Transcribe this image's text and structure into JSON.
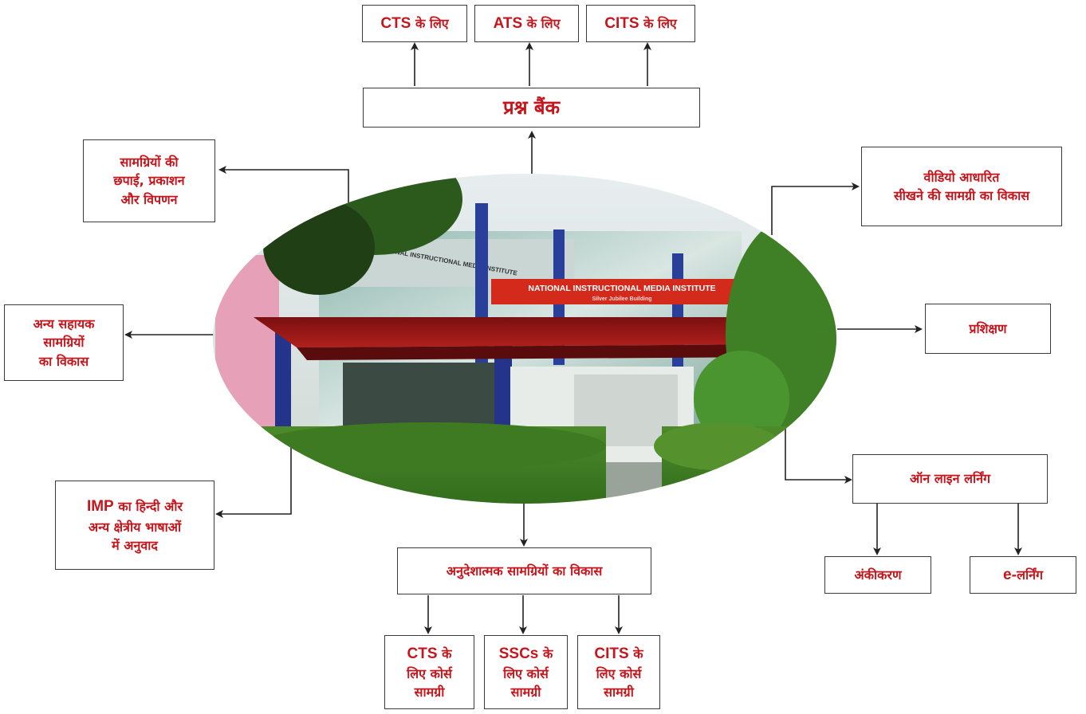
{
  "colors": {
    "text": "#c4161c",
    "border": "#3a3a3a",
    "arrow": "#222222"
  },
  "photo": {
    "sign_title": "NATIONAL INSTRUCTIONAL MEDIA INSTITUTE",
    "sign_subtitle": "Silver Jubilee Building",
    "facade_text": "NATIONAL INSTRUCTIONAL MEDIA INSTITUTE"
  },
  "top_boxes": {
    "cts": {
      "code": "CTS",
      "suffix": "के लिए"
    },
    "ats": {
      "code": "ATS",
      "suffix": "के लिए"
    },
    "cits": {
      "code": "CITS",
      "suffix": "के लिए"
    }
  },
  "question_bank": "प्रश्न बैंक",
  "printing": [
    "सामग्रियों की",
    "छपाई, प्रकाशन",
    "और विपणन"
  ],
  "video": [
    "वीडियो आधारित",
    "सीखने की सामग्री का विकास"
  ],
  "other_aids": [
    "अन्य सहायक",
    "सामग्रियों",
    "का विकास"
  ],
  "training": "प्रशिक्षण",
  "translation": {
    "code": "IMP",
    "line1_rest": "का हिन्दी और",
    "line2": "अन्य क्षेत्रीय भाषाओं",
    "line3": "में अनुवाद"
  },
  "online_learning": "ऑन लाइन लर्निंग",
  "digitization": "अंकीकरण",
  "elearning": {
    "code": "e",
    "rest": "-लर्निंग"
  },
  "instructional": "अनुदेशात्मक सामग्रियों का विकास",
  "bottom_boxes": {
    "cts": {
      "code": "CTS",
      "suffix": "के",
      "line2": "लिए कोर्स",
      "line3": "सामग्री"
    },
    "sscs": {
      "code": "SSCs",
      "suffix": "के",
      "line2": "लिए कोर्स",
      "line3": "सामग्री"
    },
    "cits": {
      "code": "CITS",
      "suffix": "के",
      "line2": "लिए कोर्स",
      "line3": "सामग्री"
    }
  }
}
